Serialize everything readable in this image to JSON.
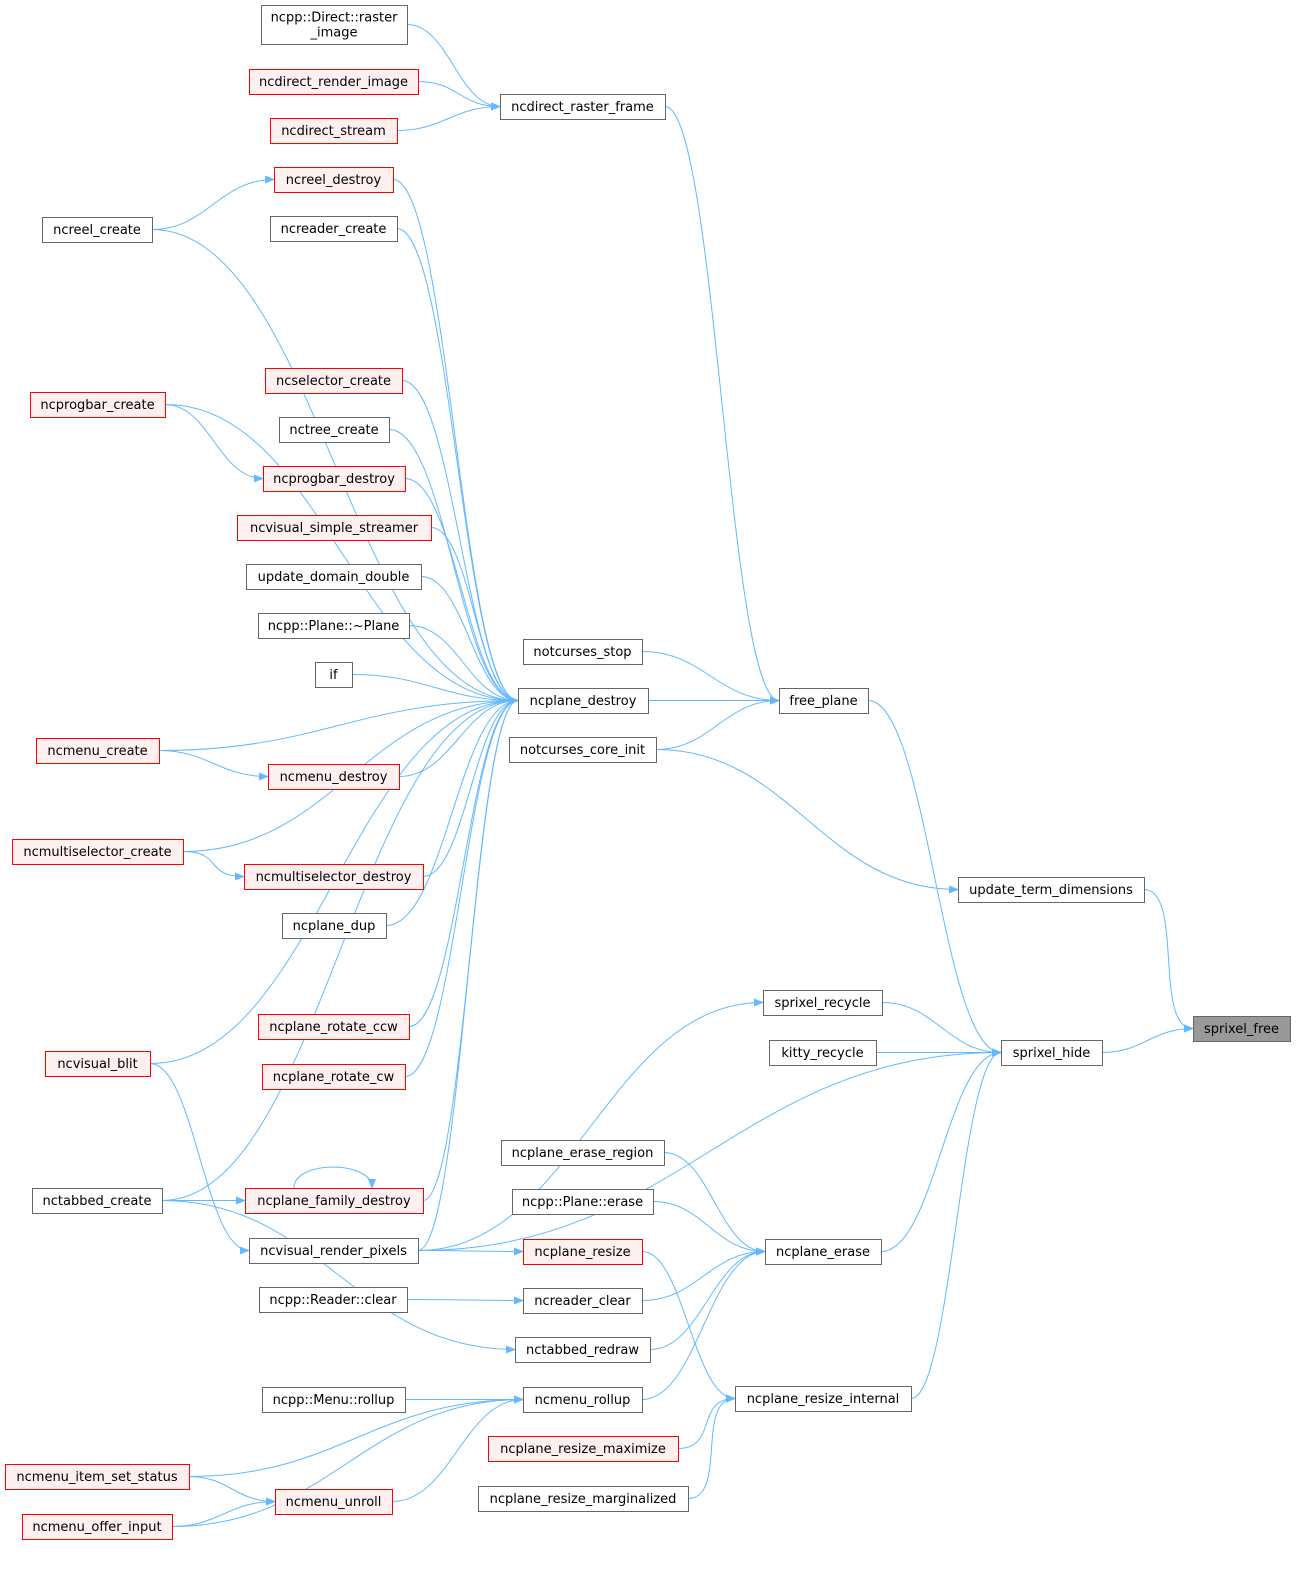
{
  "colors": {
    "edge": "#63b8ff",
    "node_border": "#666666",
    "node_fill": "#ffffff",
    "highlight_border": "#ff0000",
    "highlight_fill": "#fff0f0",
    "root_fill": "#999999",
    "root_border": "#666666"
  },
  "nodes": [
    {
      "id": "sprixel_free",
      "label": "sprixel_free",
      "style": "root"
    },
    {
      "id": "update_term_dimensions",
      "label": "update_term_dimensions",
      "style": "normal"
    },
    {
      "id": "sprixel_hide",
      "label": "sprixel_hide",
      "style": "normal"
    },
    {
      "id": "free_plane",
      "label": "free_plane",
      "style": "normal"
    },
    {
      "id": "notcurses_core_init",
      "label": "notcurses_core_init",
      "style": "normal"
    },
    {
      "id": "notcurses_stop",
      "label": "notcurses_stop",
      "style": "normal"
    },
    {
      "id": "ncplane_destroy",
      "label": "ncplane_destroy",
      "style": "normal"
    },
    {
      "id": "ncdirect_raster_frame",
      "label": "ncdirect_raster_frame",
      "style": "normal"
    },
    {
      "id": "ncpp_direct_raster",
      "label": "ncpp::Direct::raster\n_image",
      "style": "normal"
    },
    {
      "id": "ncdirect_render_image",
      "label": "ncdirect_render_image",
      "style": "highlight"
    },
    {
      "id": "ncdirect_stream",
      "label": "ncdirect_stream",
      "style": "highlight"
    },
    {
      "id": "ncreel_destroy",
      "label": "ncreel_destroy",
      "style": "highlight"
    },
    {
      "id": "ncreel_create",
      "label": "ncreel_create",
      "style": "normal"
    },
    {
      "id": "ncreader_create",
      "label": "ncreader_create",
      "style": "normal"
    },
    {
      "id": "ncprogbar_create",
      "label": "ncprogbar_create",
      "style": "highlight"
    },
    {
      "id": "ncselector_create",
      "label": "ncselector_create",
      "style": "highlight"
    },
    {
      "id": "nctree_create",
      "label": "nctree_create",
      "style": "normal"
    },
    {
      "id": "ncprogbar_destroy",
      "label": "ncprogbar_destroy",
      "style": "highlight"
    },
    {
      "id": "ncvisual_simple_streamer",
      "label": "ncvisual_simple_streamer",
      "style": "highlight"
    },
    {
      "id": "update_domain_double",
      "label": "update_domain_double",
      "style": "normal"
    },
    {
      "id": "ncpp_plane_dtor",
      "label": "ncpp::Plane::~Plane",
      "style": "normal"
    },
    {
      "id": "if",
      "label": "if",
      "style": "normal"
    },
    {
      "id": "ncmenu_create",
      "label": "ncmenu_create",
      "style": "highlight"
    },
    {
      "id": "ncmenu_destroy",
      "label": "ncmenu_destroy",
      "style": "highlight"
    },
    {
      "id": "ncmultiselector_create",
      "label": "ncmultiselector_create",
      "style": "highlight"
    },
    {
      "id": "ncmultiselector_destroy",
      "label": "ncmultiselector_destroy",
      "style": "highlight"
    },
    {
      "id": "ncplane_dup",
      "label": "ncplane_dup",
      "style": "normal"
    },
    {
      "id": "ncvisual_blit",
      "label": "ncvisual_blit",
      "style": "highlight"
    },
    {
      "id": "ncplane_rotate_ccw",
      "label": "ncplane_rotate_ccw",
      "style": "highlight"
    },
    {
      "id": "ncplane_rotate_cw",
      "label": "ncplane_rotate_cw",
      "style": "highlight"
    },
    {
      "id": "nctabbed_create",
      "label": "nctabbed_create",
      "style": "normal"
    },
    {
      "id": "ncplane_family_destroy",
      "label": "ncplane_family_destroy",
      "style": "highlight"
    },
    {
      "id": "ncvisual_render_pixels",
      "label": "ncvisual_render_pixels",
      "style": "normal"
    },
    {
      "id": "sprixel_recycle",
      "label": "sprixel_recycle",
      "style": "normal"
    },
    {
      "id": "kitty_recycle",
      "label": "kitty_recycle",
      "style": "normal"
    },
    {
      "id": "ncplane_erase_region",
      "label": "ncplane_erase_region",
      "style": "normal"
    },
    {
      "id": "ncpp_plane_erase",
      "label": "ncpp::Plane::erase",
      "style": "normal"
    },
    {
      "id": "ncplane_erase",
      "label": "ncplane_erase",
      "style": "normal"
    },
    {
      "id": "ncplane_resize",
      "label": "ncplane_resize",
      "style": "highlight"
    },
    {
      "id": "ncpp_reader_clear",
      "label": "ncpp::Reader::clear",
      "style": "normal"
    },
    {
      "id": "ncreader_clear",
      "label": "ncreader_clear",
      "style": "normal"
    },
    {
      "id": "nctabbed_redraw",
      "label": "nctabbed_redraw",
      "style": "normal"
    },
    {
      "id": "ncpp_menu_rollup",
      "label": "ncpp::Menu::rollup",
      "style": "normal"
    },
    {
      "id": "ncmenu_rollup",
      "label": "ncmenu_rollup",
      "style": "normal"
    },
    {
      "id": "ncplane_resize_internal",
      "label": "ncplane_resize_internal",
      "style": "normal"
    },
    {
      "id": "ncplane_resize_maximize",
      "label": "ncplane_resize_maximize",
      "style": "highlight"
    },
    {
      "id": "ncplane_resize_marginalized",
      "label": "ncplane_resize_marginalized",
      "style": "normal"
    },
    {
      "id": "ncmenu_item_set_status",
      "label": "ncmenu_item_set_status",
      "style": "highlight"
    },
    {
      "id": "ncmenu_unroll",
      "label": "ncmenu_unroll",
      "style": "highlight"
    },
    {
      "id": "ncmenu_offer_input",
      "label": "ncmenu_offer_input",
      "style": "highlight"
    }
  ],
  "edges": [
    {
      "from": "update_term_dimensions",
      "to": "sprixel_free"
    },
    {
      "from": "sprixel_hide",
      "to": "sprixel_free"
    },
    {
      "from": "notcurses_core_init",
      "to": "update_term_dimensions"
    },
    {
      "from": "free_plane",
      "to": "sprixel_hide"
    },
    {
      "from": "sprixel_recycle",
      "to": "sprixel_hide"
    },
    {
      "from": "kitty_recycle",
      "to": "sprixel_hide"
    },
    {
      "from": "ncvisual_render_pixels",
      "to": "sprixel_hide"
    },
    {
      "from": "ncplane_erase",
      "to": "sprixel_hide"
    },
    {
      "from": "ncplane_resize_internal",
      "to": "sprixel_hide"
    },
    {
      "from": "ncdirect_raster_frame",
      "to": "free_plane"
    },
    {
      "from": "notcurses_stop",
      "to": "free_plane"
    },
    {
      "from": "ncplane_destroy",
      "to": "free_plane"
    },
    {
      "from": "notcurses_core_init",
      "to": "free_plane"
    },
    {
      "from": "ncpp_direct_raster",
      "to": "ncdirect_raster_frame"
    },
    {
      "from": "ncdirect_render_image",
      "to": "ncdirect_raster_frame"
    },
    {
      "from": "ncdirect_stream",
      "to": "ncdirect_raster_frame"
    },
    {
      "from": "ncreel_create",
      "to": "ncreel_destroy"
    },
    {
      "from": "ncprogbar_create",
      "to": "ncprogbar_destroy"
    },
    {
      "from": "ncmenu_create",
      "to": "ncmenu_destroy"
    },
    {
      "from": "ncmultiselector_create",
      "to": "ncmultiselector_destroy"
    },
    {
      "from": "nctabbed_create",
      "to": "ncplane_family_destroy"
    },
    {
      "from": "ncplane_family_destroy",
      "to": "ncplane_family_destroy"
    },
    {
      "from": "ncvisual_blit",
      "to": "ncvisual_render_pixels"
    },
    {
      "from": "ncreel_destroy",
      "to": "ncplane_destroy"
    },
    {
      "from": "ncreel_create",
      "to": "ncplane_destroy"
    },
    {
      "from": "ncreader_create",
      "to": "ncplane_destroy"
    },
    {
      "from": "ncprogbar_create",
      "to": "ncplane_destroy"
    },
    {
      "from": "ncselector_create",
      "to": "ncplane_destroy"
    },
    {
      "from": "nctree_create",
      "to": "ncplane_destroy"
    },
    {
      "from": "ncprogbar_destroy",
      "to": "ncplane_destroy"
    },
    {
      "from": "ncvisual_simple_streamer",
      "to": "ncplane_destroy"
    },
    {
      "from": "update_domain_double",
      "to": "ncplane_destroy"
    },
    {
      "from": "ncpp_plane_dtor",
      "to": "ncplane_destroy"
    },
    {
      "from": "if",
      "to": "ncplane_destroy"
    },
    {
      "from": "ncmenu_create",
      "to": "ncplane_destroy"
    },
    {
      "from": "ncmenu_destroy",
      "to": "ncplane_destroy"
    },
    {
      "from": "ncmultiselector_create",
      "to": "ncplane_destroy"
    },
    {
      "from": "ncmultiselector_destroy",
      "to": "ncplane_destroy"
    },
    {
      "from": "ncplane_dup",
      "to": "ncplane_destroy"
    },
    {
      "from": "ncvisual_blit",
      "to": "ncplane_destroy"
    },
    {
      "from": "ncplane_rotate_ccw",
      "to": "ncplane_destroy"
    },
    {
      "from": "ncplane_rotate_cw",
      "to": "ncplane_destroy"
    },
    {
      "from": "nctabbed_create",
      "to": "ncplane_destroy"
    },
    {
      "from": "ncplane_family_destroy",
      "to": "ncplane_destroy"
    },
    {
      "from": "ncvisual_render_pixels",
      "to": "ncplane_destroy"
    },
    {
      "from": "ncvisual_render_pixels",
      "to": "sprixel_recycle"
    },
    {
      "from": "ncvisual_render_pixels",
      "to": "ncplane_resize"
    },
    {
      "from": "ncplane_erase_region",
      "to": "ncplane_erase"
    },
    {
      "from": "ncpp_plane_erase",
      "to": "ncplane_erase"
    },
    {
      "from": "ncreader_clear",
      "to": "ncplane_erase"
    },
    {
      "from": "nctabbed_redraw",
      "to": "ncplane_erase"
    },
    {
      "from": "ncmenu_rollup",
      "to": "ncplane_erase"
    },
    {
      "from": "ncpp_reader_clear",
      "to": "ncreader_clear"
    },
    {
      "from": "nctabbed_create",
      "to": "nctabbed_redraw"
    },
    {
      "from": "ncplane_resize",
      "to": "ncplane_resize_internal"
    },
    {
      "from": "ncplane_resize_maximize",
      "to": "ncplane_resize_internal"
    },
    {
      "from": "ncplane_resize_marginalized",
      "to": "ncplane_resize_internal"
    },
    {
      "from": "ncpp_menu_rollup",
      "to": "ncmenu_rollup"
    },
    {
      "from": "ncmenu_item_set_status",
      "to": "ncmenu_rollup"
    },
    {
      "from": "ncmenu_unroll",
      "to": "ncmenu_rollup"
    },
    {
      "from": "ncmenu_offer_input",
      "to": "ncmenu_rollup"
    },
    {
      "from": "ncmenu_item_set_status",
      "to": "ncmenu_unroll"
    },
    {
      "from": "ncmenu_offer_input",
      "to": "ncmenu_unroll"
    }
  ]
}
